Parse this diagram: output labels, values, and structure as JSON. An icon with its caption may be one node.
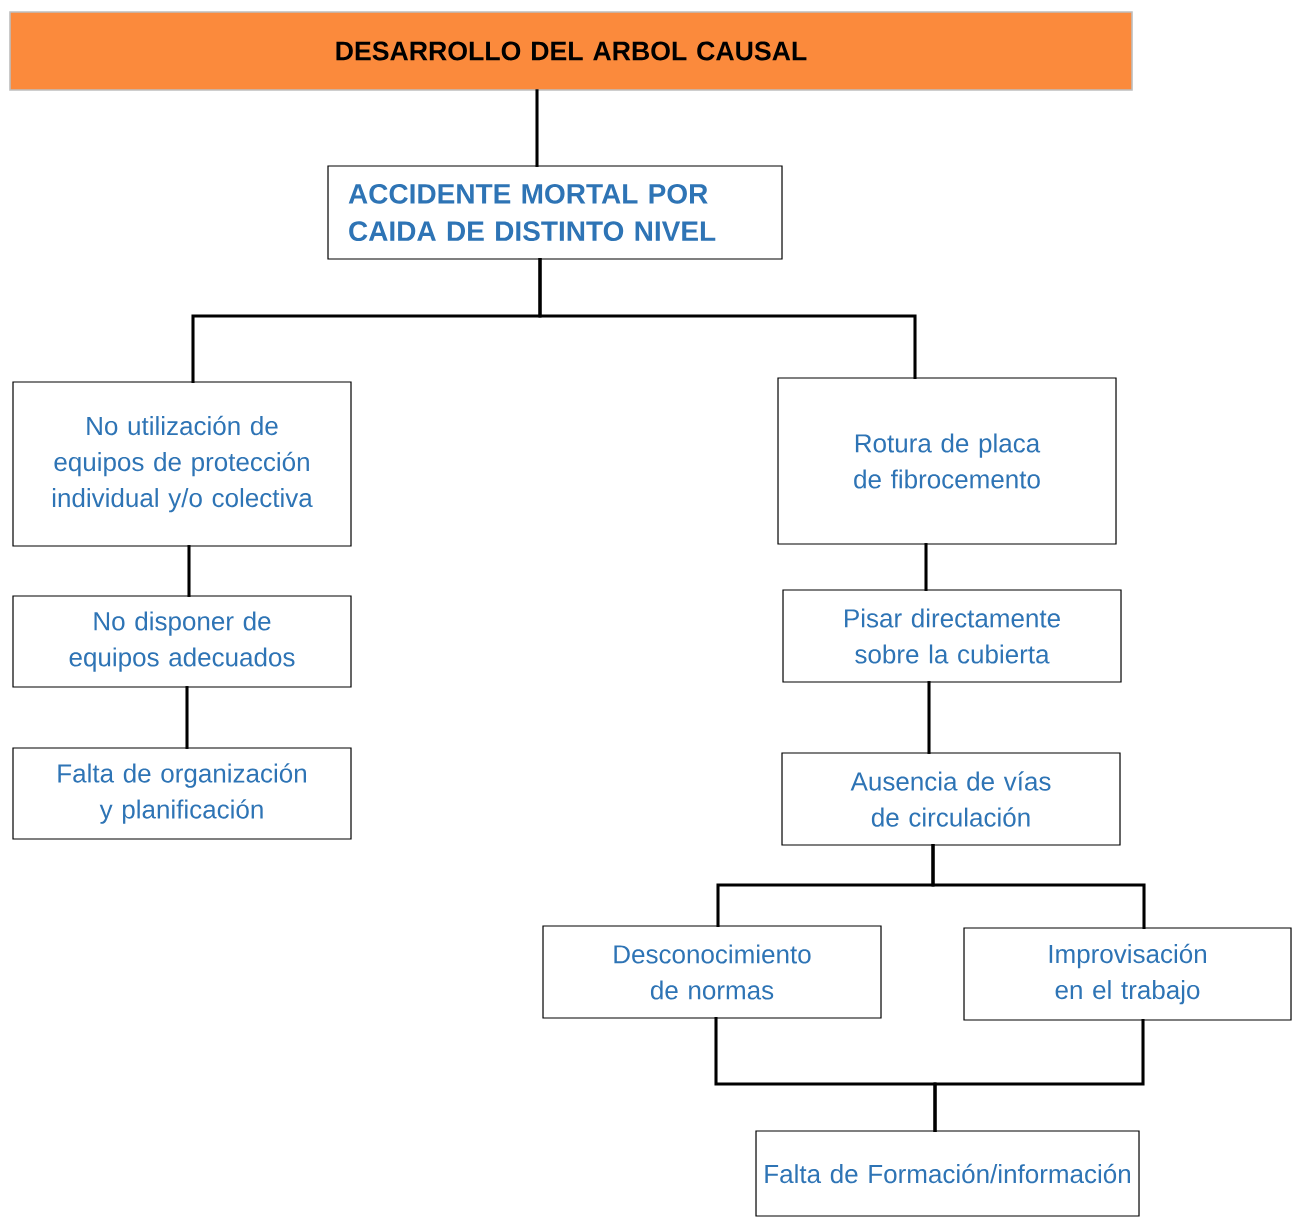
{
  "diagram": {
    "nodes": [
      {
        "text": [
          "DESARROLLO DEL ARBOL CAUSAL"
        ]
      },
      {
        "text": [
          "ACCIDENTE MORTAL POR CAIDA DE DISTINTO NIVEL"
        ]
      },
      {
        "text": [
          "No utilización de equipos de protección individual y/o colectiva"
        ]
      },
      {
        "text": [
          "Rotura de placa de fibrocemento"
        ]
      },
      {
        "text": [
          "No disponer de equipos adecuados"
        ]
      },
      {
        "text": [
          "Pisar directamente sobre la cubierta"
        ]
      },
      {
        "text": [
          "Falta de organización y planificación"
        ]
      },
      {
        "text": [
          "Ausencia de vías de circulación"
        ]
      },
      {
        "text": [
          "Desconocimiento de normas"
        ]
      },
      {
        "text": [
          "Improvisación en el trabajo"
        ]
      },
      {
        "text": [
          "Falta de Formación/información"
        ]
      }
    ],
    "edges": [
      {
        "from": 0,
        "to": 1,
        "arrow": "none"
      },
      {
        "from": 1,
        "to": 2,
        "arrow": "none"
      },
      {
        "from": 1,
        "to": 3,
        "arrow": "none"
      },
      {
        "from": 2,
        "to": 4,
        "arrow": "none"
      },
      {
        "from": 4,
        "to": 6,
        "arrow": "none"
      },
      {
        "from": 3,
        "to": 5,
        "arrow": "none"
      },
      {
        "from": 5,
        "to": 7,
        "arrow": "none"
      },
      {
        "from": 7,
        "to": 8,
        "arrow": "none"
      },
      {
        "from": 7,
        "to": 9,
        "arrow": "none"
      },
      {
        "from": 8,
        "to": 10,
        "arrow": "none"
      },
      {
        "from": 9,
        "to": 10,
        "arrow": "none"
      }
    ]
  }
}
